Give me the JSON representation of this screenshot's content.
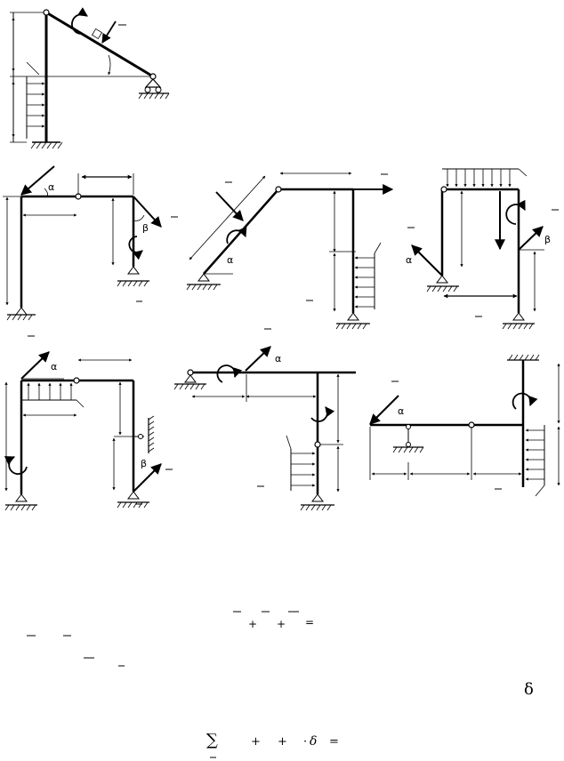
{
  "labels": {
    "alpha": "α",
    "beta": "β",
    "delta": "δ",
    "sum": "∑",
    "plus": "+",
    "equals": "=",
    "dot": "·"
  },
  "colors": {
    "ink": "#000000",
    "paper": "#ffffff"
  }
}
